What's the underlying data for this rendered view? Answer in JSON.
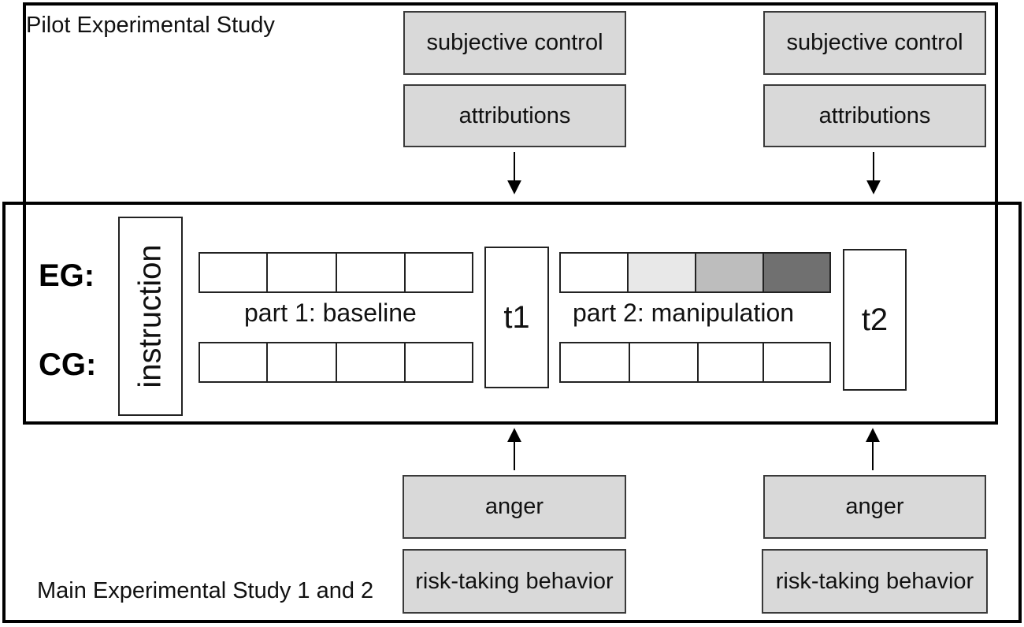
{
  "pilot_study": {
    "title": "Pilot Experimental Study",
    "t1_measures": [
      "subjective control",
      "attributions"
    ],
    "t2_measures": [
      "subjective control",
      "attributions"
    ]
  },
  "main_study": {
    "title": "Main Experimental Study 1 and 2",
    "t1_measures": [
      "anger",
      "risk-taking behavior"
    ],
    "t2_measures": [
      "anger",
      "risk-taking behavior"
    ]
  },
  "groups": {
    "eg": "EG:",
    "cg": "CG:"
  },
  "procedure": {
    "instruction": "instruction",
    "part1": "part 1: baseline",
    "t1": "t1",
    "part2": "part 2: manipulation",
    "t2": "t2"
  },
  "colors": {
    "measure_fill": "#d9d9d9",
    "manipulation_shades": [
      "#ffffff",
      "#e8e8e8",
      "#bdbdbd",
      "#707070"
    ]
  }
}
